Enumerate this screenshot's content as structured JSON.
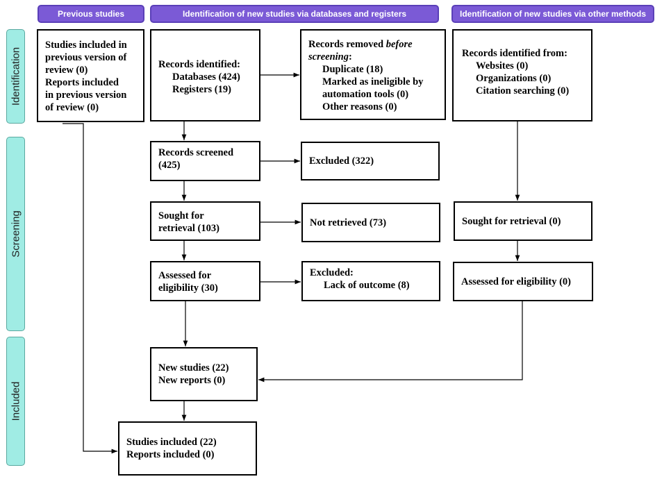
{
  "headers": {
    "previous": "Previous studies",
    "databases": "Identification of new studies via databases and registers",
    "other": "Identification of new studies via other methods"
  },
  "phases": {
    "identification": "Identification",
    "screening": "Screening",
    "included": "Included"
  },
  "boxes": {
    "previous_studies": {
      "l1": "Studies included in",
      "l2": "previous version of",
      "l3": "review (0)",
      "l4": "Reports included",
      "l5": "in previous version",
      "l6": "of review (0)"
    },
    "records_identified": {
      "title": "Records identified:",
      "databases": "Databases (424)",
      "registers": "Registers (19)"
    },
    "records_removed": {
      "title": "Records removed",
      "title_italic": "before screening",
      "colon": ":",
      "duplicate": "Duplicate (18)",
      "marked_1": "Marked as ineligible by",
      "marked_2": "automation tools (0)",
      "other": "Other reasons (0)"
    },
    "other_identified": {
      "title": "Records identified from:",
      "websites": "Websites (0)",
      "organizations": "Organizations (0)",
      "citation": "Citation searching (0)"
    },
    "records_screened": {
      "l1": "Records screened",
      "l2": "(425)"
    },
    "excluded": "Excluded (322)",
    "sought": {
      "l1": "Sought for",
      "l2": "retrieval (103)"
    },
    "not_retrieved": "Not retrieved (73)",
    "sought_other": "Sought for retrieval (0)",
    "assessed": {
      "l1": "Assessed for",
      "l2": "eligibility (30)"
    },
    "excluded_reason": {
      "title": "Excluded:",
      "reason": "Lack of outcome (8)"
    },
    "assessed_other": "Assessed for eligibility (0)",
    "new_studies": {
      "l1": "New studies (22)",
      "l2": "New reports (0)"
    },
    "total": {
      "l1": "Studies included (22)",
      "l2": "Reports included (0)"
    }
  },
  "colors": {
    "header_bg": "#7b5ad6",
    "phase_bg": "#a0ece4",
    "box_border": "#000000"
  }
}
